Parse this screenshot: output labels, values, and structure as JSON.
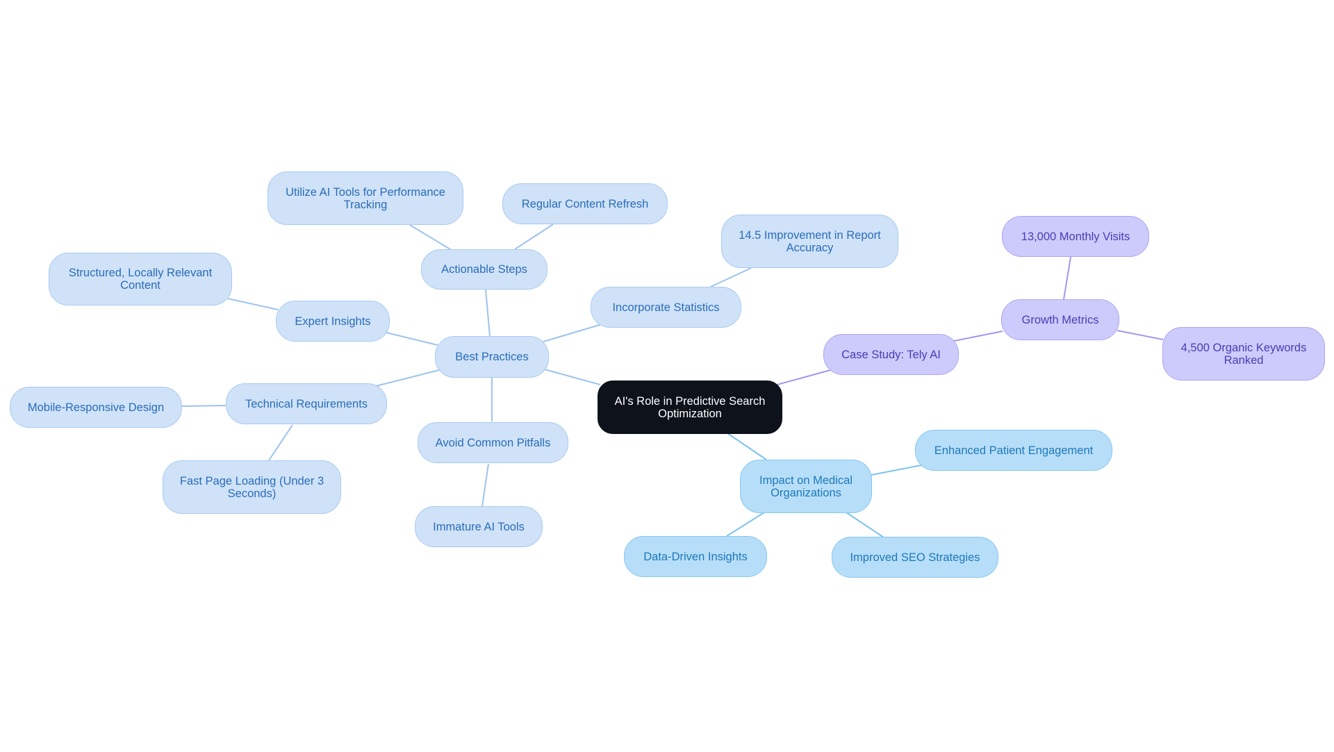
{
  "colors": {
    "root_fill": "#0d121b",
    "best_practices_branch": "#cfe2f8",
    "best_practices_edge": "#9cc3ee",
    "impact_branch": "#b7def9",
    "impact_edge": "#7cc2ee",
    "case_study_branch": "#cccbfb",
    "case_study_edge": "#9f98ee"
  },
  "mindmap": {
    "root": "AI's Role in Predictive Search Optimization",
    "best_practices": {
      "label": "Best Practices",
      "actionable_steps": {
        "label": "Actionable Steps",
        "utilize_ai_tools": "Utilize AI Tools for Performance Tracking",
        "regular_content_refresh": "Regular Content Refresh"
      },
      "incorporate_statistics": {
        "label": "Incorporate Statistics",
        "improvement": "14.5 Improvement in Report Accuracy"
      },
      "expert_insights": {
        "label": "Expert Insights",
        "structured_content": "Structured, Locally Relevant Content"
      },
      "technical_requirements": {
        "label": "Technical Requirements",
        "mobile_responsive": "Mobile-Responsive Design",
        "fast_page_loading": "Fast Page Loading (Under 3 Seconds)"
      },
      "avoid_pitfalls": {
        "label": "Avoid Common Pitfalls",
        "immature_ai_tools": "Immature AI Tools"
      }
    },
    "case_study": {
      "label": "Case Study: Tely AI",
      "growth_metrics": {
        "label": "Growth Metrics",
        "monthly_visits": "13,000 Monthly Visits",
        "organic_keywords": "4,500 Organic Keywords Ranked"
      }
    },
    "impact": {
      "label": "Impact on Medical Organizations",
      "enhanced_engagement": "Enhanced Patient Engagement",
      "data_driven_insights": "Data-Driven Insights",
      "improved_seo": "Improved SEO Strategies"
    }
  }
}
